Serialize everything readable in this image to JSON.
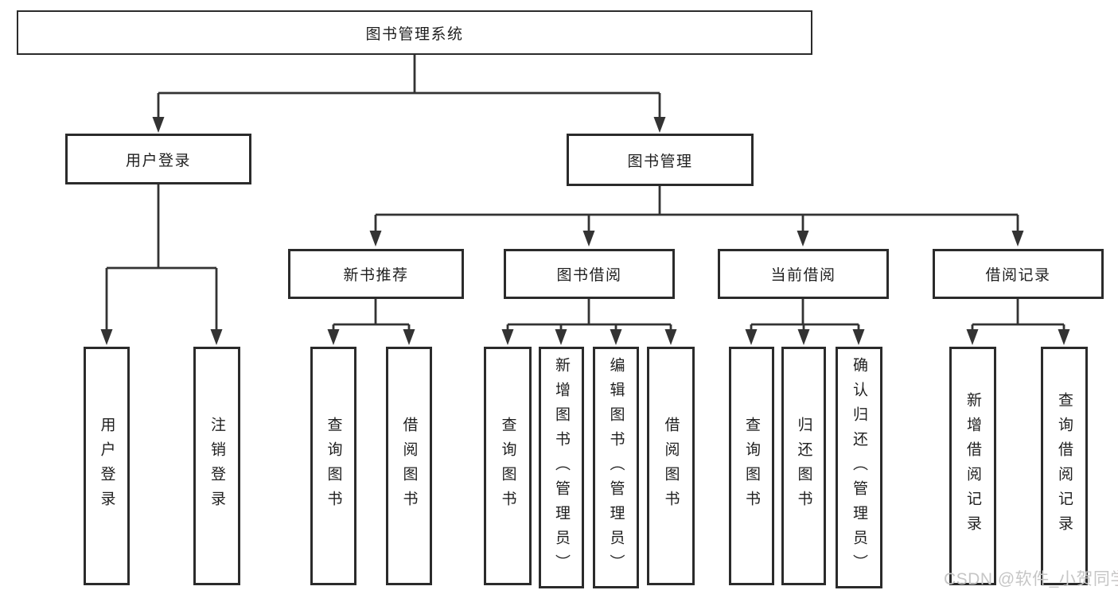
{
  "root": {
    "label": "图书管理系统"
  },
  "branches": [
    {
      "label": "用户登录",
      "children": [
        {
          "label": "用户登录"
        },
        {
          "label": "注销登录"
        }
      ]
    },
    {
      "label": "图书管理",
      "sections": [
        {
          "label": "新书推荐",
          "children": [
            {
              "label": "查询图书"
            },
            {
              "label": "借阅图书"
            }
          ]
        },
        {
          "label": "图书借阅",
          "children": [
            {
              "label": "查询图书"
            },
            {
              "label": "新增图书（管理员）"
            },
            {
              "label": "编辑图书（管理员）"
            },
            {
              "label": "借阅图书"
            }
          ]
        },
        {
          "label": "当前借阅",
          "children": [
            {
              "label": "查询图书"
            },
            {
              "label": "归还图书"
            },
            {
              "label": "确认归还（管理员）"
            }
          ]
        },
        {
          "label": "借阅记录",
          "children": [
            {
              "label": "新增借阅记录"
            },
            {
              "label": "查询借阅记录"
            }
          ]
        }
      ]
    }
  ],
  "watermark": {
    "prefix": "CSDN @软件_小贺同",
    "suffix": "学"
  },
  "colors": {
    "line": "#333333",
    "box_border": "#2b2b2b",
    "text": "#1f1f1f",
    "watermark": "#c6c6c6",
    "watermark_accent": "#e8837a"
  }
}
